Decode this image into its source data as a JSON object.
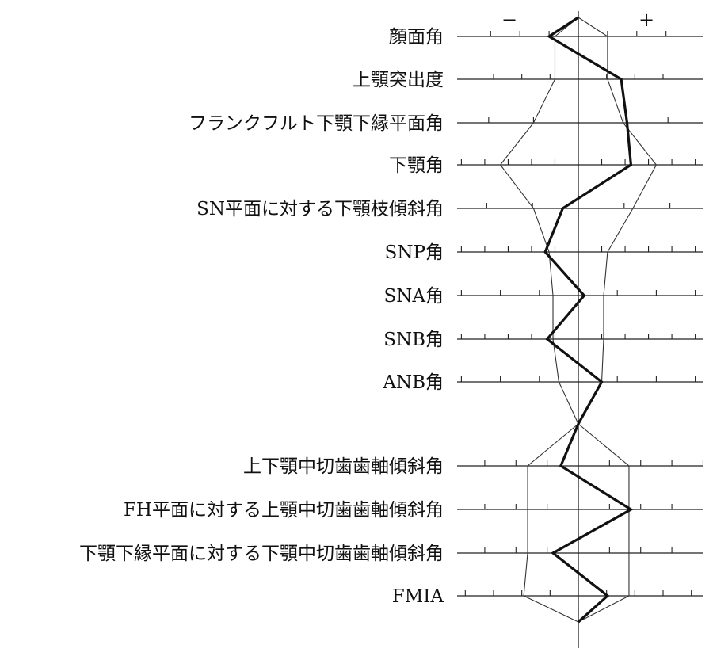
{
  "chart_data": {
    "type": "line",
    "title": "",
    "xlabel": "",
    "ylabel": "",
    "signs": {
      "minus": "−",
      "plus": "+"
    },
    "x_range": [
      -6.5,
      6.5
    ],
    "grid": false,
    "legend": "none",
    "groups": [
      {
        "rows": [
          {
            "label": "顔面角",
            "value": -1.5,
            "norm_low": -1.2,
            "norm_high": 1.5,
            "tick_step": 1.5,
            "ticks_extent": 5.4
          },
          {
            "label": "上顎突出度",
            "value": 2.2,
            "norm_low": -1.2,
            "norm_high": 1.5,
            "tick_step": 1.45,
            "ticks_extent": 5.2
          },
          {
            "label": "フランクフルト下顎下縁平面角",
            "value": 2.5,
            "norm_low": -2.3,
            "norm_high": 2.3,
            "tick_step": 2.3,
            "ticks_extent": 4.7
          },
          {
            "label": "下顎角",
            "value": 2.7,
            "norm_low": -4.0,
            "norm_high": 4.0,
            "tick_step": 1.2,
            "ticks_extent": 6.3
          },
          {
            "label": "SN平面に対する下顎枝傾斜角",
            "value": -0.8,
            "norm_low": -2.3,
            "norm_high": 2.8,
            "tick_step": 2.35,
            "ticks_extent": 4.8
          },
          {
            "label": "SNP角",
            "value": -1.7,
            "norm_low": -1.5,
            "norm_high": 1.5,
            "tick_step": 1.2,
            "ticks_extent": 6.1
          },
          {
            "label": "SNA角",
            "value": 0.3,
            "norm_low": -1.3,
            "norm_high": 1.3,
            "tick_step": 2.0,
            "ticks_extent": 6.2
          },
          {
            "label": "SNB角",
            "value": -1.6,
            "norm_low": -1.3,
            "norm_high": 1.3,
            "tick_step": 1.2,
            "ticks_extent": 6.1
          },
          {
            "label": "ANB角",
            "value": 1.2,
            "norm_low": -1.0,
            "norm_high": 1.2,
            "tick_step": 2.0,
            "ticks_extent": 6.3
          }
        ],
        "closing_value": 0.0
      },
      {
        "opening_value": 0.0,
        "rows": [
          {
            "label": "上下顎中切歯歯軸傾斜角",
            "value": -0.9,
            "norm_low": -2.6,
            "norm_high": 2.6,
            "tick_step": 1.6,
            "ticks_extent": 6.5
          },
          {
            "label": "FH平面に対する上顎中切歯歯軸傾斜角",
            "value": 2.7,
            "norm_low": -2.6,
            "norm_high": 2.6,
            "tick_step": 1.6,
            "ticks_extent": 6.3
          },
          {
            "label": "下顎下縁平面に対する下顎中切歯歯軸傾斜角",
            "value": -1.3,
            "norm_low": -2.6,
            "norm_high": 2.6,
            "tick_step": 1.6,
            "ticks_extent": 6.3
          },
          {
            "label": "FMIA",
            "value": 1.5,
            "norm_low": -2.8,
            "norm_high": 2.6,
            "tick_step": 1.45,
            "ticks_extent": 6.2
          }
        ],
        "closing_value": 0.0
      }
    ]
  }
}
